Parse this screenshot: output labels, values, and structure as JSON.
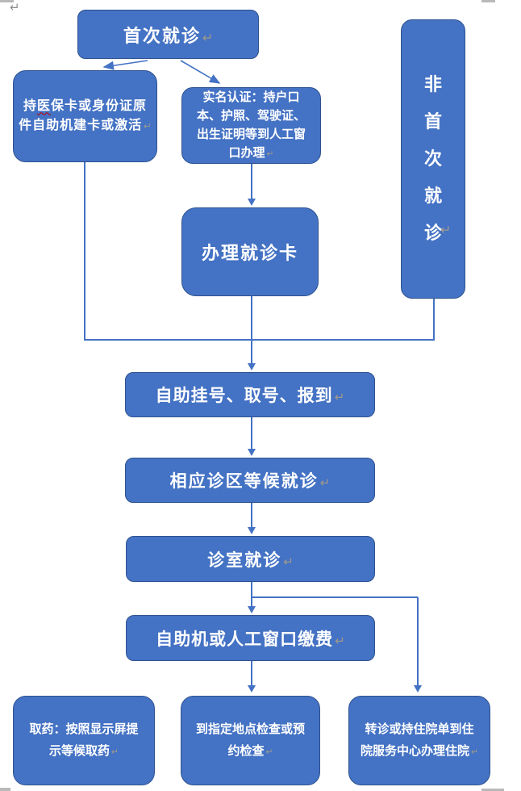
{
  "marks": {
    "return": "↵"
  },
  "colors": {
    "box_fill": "#4472C4",
    "box_border": "#2F528F",
    "connector": "#4472C4",
    "mark_gray": "#A09A8C",
    "squiggle": "#C00000"
  },
  "nodes": {
    "first_visit": {
      "label": "首次就诊"
    },
    "self_card": {
      "pre": "持",
      "hl": "医",
      "post": "保卡或身份证原\n件自助机建卡或激活"
    },
    "real_name": {
      "label": "实名认证：持户口\n本、护照、驾驶证、\n出生证明等到人工窗\n口办理"
    },
    "non_first_visit": {
      "label": "非首次就诊"
    },
    "get_card": {
      "label": "办理就诊卡"
    },
    "register": {
      "label": "自助挂号、取号、报到"
    },
    "wait_area": {
      "label": "相应诊区等候就诊"
    },
    "clinic_room": {
      "label": "诊室就诊"
    },
    "payment": {
      "label": "自助机或人工窗口缴费"
    },
    "pharmacy": {
      "label": "取药：按照显示屏提\n示等候取药"
    },
    "examination": {
      "label": "到指定地点检查或预\n约检查"
    },
    "admission": {
      "label": "转诊或持住院单到住\n院服务中心办理住院"
    }
  }
}
